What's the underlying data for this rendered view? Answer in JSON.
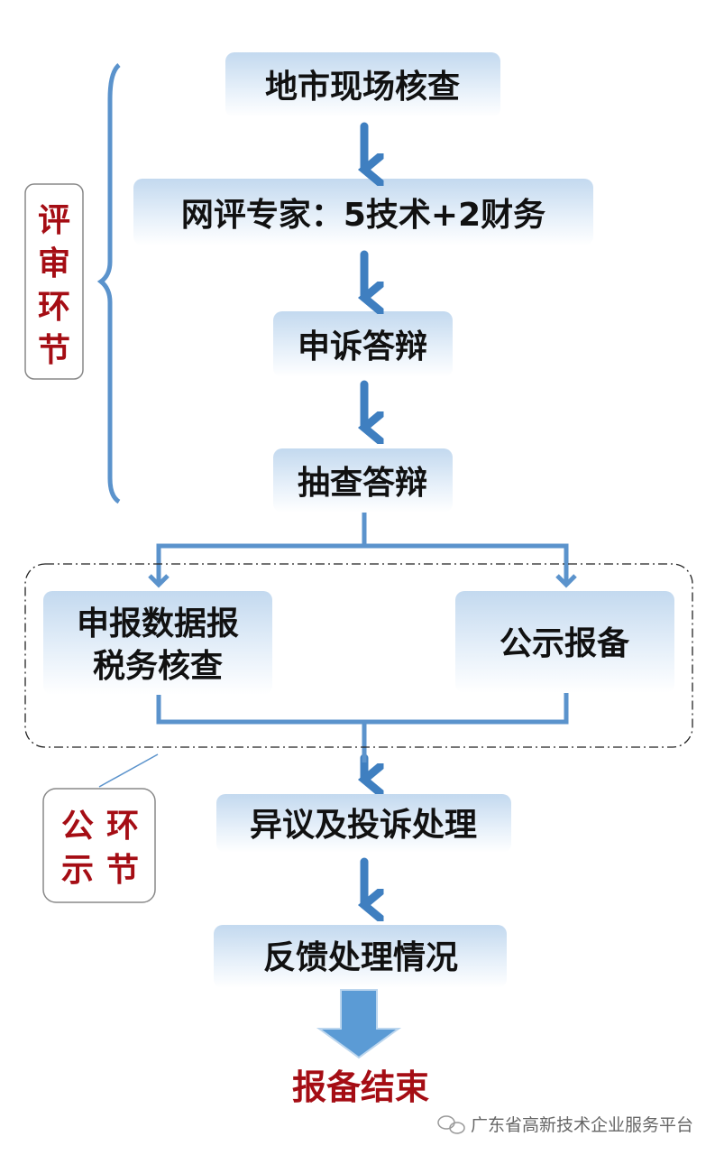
{
  "colors": {
    "arrow": "#3f7fc0",
    "box_top": "#c3d9ef",
    "label_red": "#a50d14",
    "line": "#5b93cc"
  },
  "steps": [
    {
      "label": "地市现场核查"
    },
    {
      "label": "网评专家：5技术+2财务"
    },
    {
      "label": "申诉答辩"
    },
    {
      "label": "抽查答辩"
    },
    {
      "label_line1": "申报数据报",
      "label_line2": "税务核查"
    },
    {
      "label": "公示报备"
    },
    {
      "label": "异议及投诉处理"
    },
    {
      "label": "反馈处理情况"
    }
  ],
  "end_label": "报备结束",
  "review_stage": {
    "chars": [
      "评",
      "审",
      "环",
      "节"
    ]
  },
  "publicity_stage": {
    "chars": [
      "公",
      "环",
      "示",
      "节"
    ]
  },
  "watermark": {
    "icon": "wechat-icon",
    "text": "广东省高新技术企业服务平台"
  }
}
